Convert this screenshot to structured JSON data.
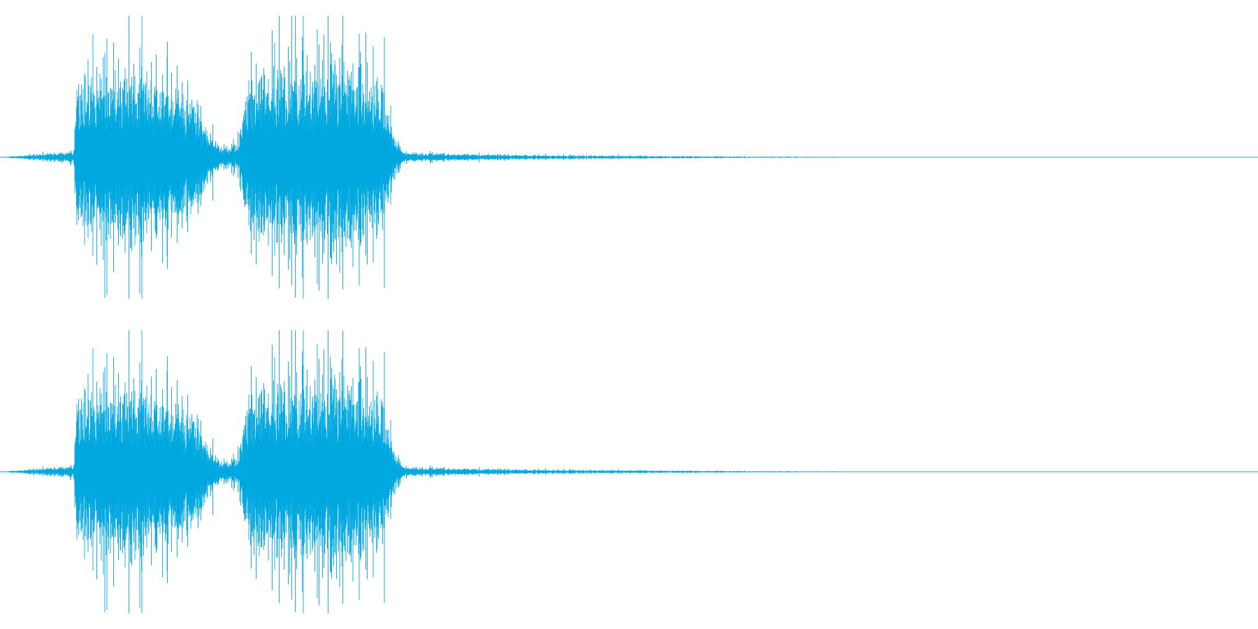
{
  "chart_data": [
    {
      "type": "area",
      "name": "",
      "duration_s": 1.8,
      "ylim": [
        -1,
        1
      ],
      "grid": false,
      "color": "#00a8e0",
      "envelope": {
        "t": [
          0.0,
          0.105,
          0.11,
          0.13,
          0.15,
          0.17,
          0.19,
          0.21,
          0.23,
          0.25,
          0.27,
          0.29,
          0.3,
          0.31,
          0.32,
          0.33,
          0.34,
          0.345,
          0.35,
          0.37,
          0.39,
          0.41,
          0.43,
          0.45,
          0.47,
          0.49,
          0.51,
          0.53,
          0.55,
          0.56,
          0.57,
          0.575,
          0.58,
          0.6,
          0.65,
          0.7,
          0.75,
          0.8,
          0.9,
          1.0,
          1.1,
          1.2,
          1.25,
          1.8
        ],
        "amp": [
          0.0,
          0.05,
          0.65,
          0.8,
          0.85,
          0.82,
          0.8,
          0.78,
          0.72,
          0.65,
          0.55,
          0.35,
          0.2,
          0.15,
          0.08,
          0.1,
          0.15,
          0.22,
          0.6,
          0.82,
          0.78,
          0.8,
          0.82,
          0.8,
          0.82,
          0.8,
          0.78,
          0.74,
          0.6,
          0.3,
          0.1,
          0.06,
          0.04,
          0.035,
          0.03,
          0.025,
          0.02,
          0.016,
          0.012,
          0.008,
          0.005,
          0.003,
          0.0,
          0.0
        ]
      }
    },
    {
      "type": "area",
      "name": "",
      "duration_s": 1.8,
      "ylim": [
        -1,
        1
      ],
      "grid": false,
      "color": "#00a8e0",
      "envelope": {
        "t": [
          0.0,
          0.105,
          0.11,
          0.13,
          0.15,
          0.17,
          0.19,
          0.21,
          0.23,
          0.25,
          0.27,
          0.29,
          0.3,
          0.31,
          0.32,
          0.33,
          0.34,
          0.345,
          0.35,
          0.37,
          0.39,
          0.41,
          0.43,
          0.45,
          0.47,
          0.49,
          0.51,
          0.53,
          0.55,
          0.56,
          0.57,
          0.575,
          0.58,
          0.6,
          0.65,
          0.7,
          0.75,
          0.8,
          0.9,
          1.0,
          1.1,
          1.2,
          1.25,
          1.8
        ],
        "amp": [
          0.0,
          0.05,
          0.65,
          0.8,
          0.85,
          0.82,
          0.8,
          0.78,
          0.72,
          0.65,
          0.55,
          0.35,
          0.2,
          0.15,
          0.08,
          0.1,
          0.15,
          0.22,
          0.6,
          0.82,
          0.78,
          0.8,
          0.82,
          0.8,
          0.82,
          0.8,
          0.78,
          0.74,
          0.6,
          0.3,
          0.1,
          0.06,
          0.04,
          0.035,
          0.03,
          0.025,
          0.02,
          0.016,
          0.012,
          0.008,
          0.005,
          0.003,
          0.0,
          0.0
        ]
      }
    }
  ]
}
